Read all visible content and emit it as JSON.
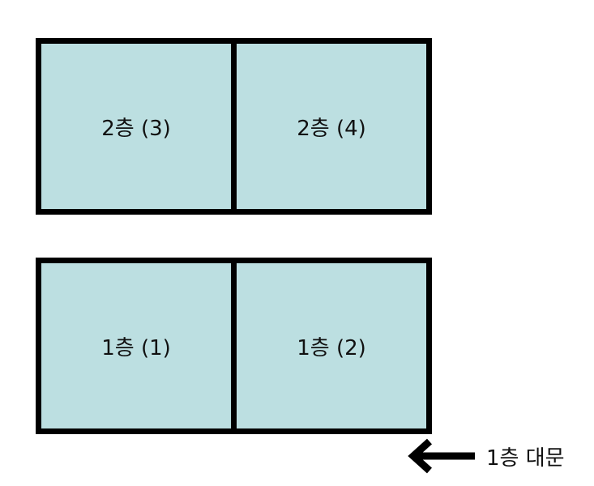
{
  "colors": {
    "room_fill": "#bcdfe1",
    "border": "#000000"
  },
  "floors": [
    {
      "rooms": [
        "2층 (3)",
        "2층 (4)"
      ]
    },
    {
      "rooms": [
        "1층 (1)",
        "1층 (2)"
      ]
    }
  ],
  "entrance": {
    "icon": "arrow-left-icon",
    "label": "1층 대문"
  }
}
